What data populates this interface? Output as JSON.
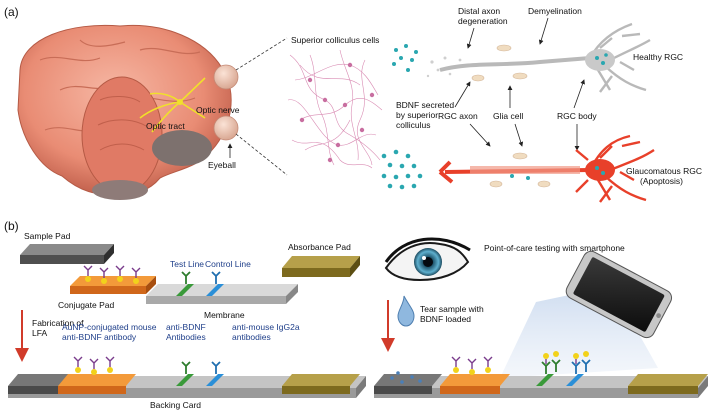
{
  "panel_a": {
    "panel_label": "(a)",
    "labels": {
      "optic_nerve": "Optic nerve",
      "optic_tract": "Optic tract",
      "eyeball": "Eyeball",
      "superior_colliculus_cells": "Superior colliculus cells",
      "bdnf_line1": "BDNF secreted",
      "bdnf_line2": "by superior",
      "bdnf_line3": "colliculus",
      "distal_line1": "Distal axon",
      "distal_line2": "degeneration",
      "demyelination": "Demyelination",
      "healthy_rgc": "Healthy RGC",
      "rgc_axon": "RGC axon",
      "glia_cell": "Glia cell",
      "rgc_body": "RGC body",
      "glaucomatous_line1": "Glaucomatous RGC",
      "glaucomatous_line2": "(Apoptosis)"
    }
  },
  "panel_b": {
    "panel_label": "(b)",
    "labels": {
      "sample_pad": "Sample Pad",
      "absorbance_pad": "Absorbance Pad",
      "test_line": "Test Line",
      "control_line": "Control Line",
      "conjugate_pad": "Conjugate Pad",
      "membrane": "Membrane",
      "fabrication_line1": "Fabrication of",
      "fabrication_line2": "LFA",
      "aunp_line1": "AuNP-conjugated mouse",
      "aunp_line2": "anti-BDNF antibody",
      "anti_bdnf_line1": "anti-BDNF",
      "anti_bdnf_line2": "Antibodies",
      "anti_mouse_line1": "anti-mouse IgG2a",
      "anti_mouse_line2": "antibodies",
      "backing_card": "Backing Card",
      "poc_title": "Point-of-care testing with smartphone",
      "tear_line1": "Tear sample with",
      "tear_line2": "BDNF loaded"
    }
  },
  "colors": {
    "pad_dark": "#5f5f5f",
    "conjugate_orange": "#e07a1e",
    "membrane_gray": "#c9c9c9",
    "absorbance_olive": "#8f7a25",
    "test_green": "#3a9a3a",
    "control_blue": "#2a8fd8",
    "antibody_purple": "#7a3c8c",
    "gold_np": "#f2d21b",
    "rgc_red": "#e8402a",
    "bdnf_teal": "#2aa7b0",
    "arrow_red": "#d13b2a"
  }
}
